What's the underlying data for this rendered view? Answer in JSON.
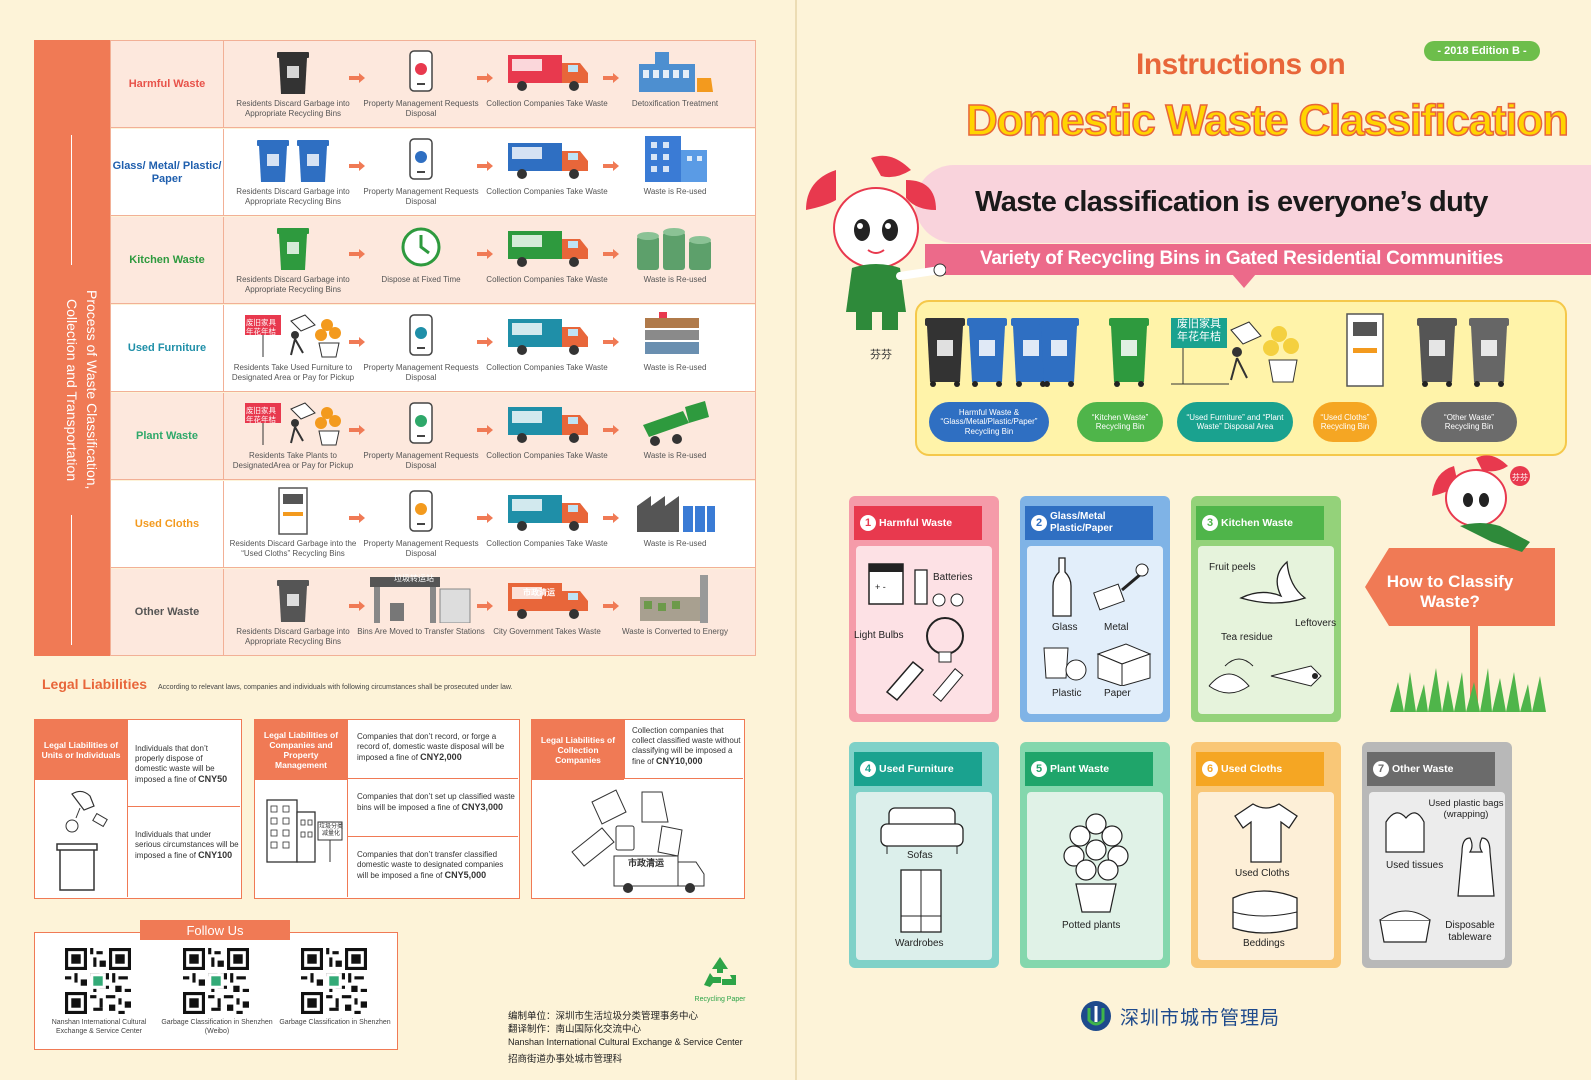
{
  "left": {
    "process_title": "Process of Waste Classification, Collection and Transportation",
    "rows": [
      {
        "category": "Harmful Waste",
        "color": "#e8534a",
        "steps": [
          "Residents Discard Garbage into Appropriate Recycling Bins",
          "Property Management Requests Disposal",
          "Collection Companies Take Waste",
          "Detoxification Treatment"
        ]
      },
      {
        "category": "Glass/ Metal/ Plastic/ Paper",
        "color": "#1f5fae",
        "steps": [
          "Residents Discard Garbage into Appropriate Recycling Bins",
          "Property Management Requests Disposal",
          "Collection Companies Take Waste",
          "Waste is Re-used"
        ]
      },
      {
        "category": "Kitchen Waste",
        "color": "#2e9a3e",
        "steps": [
          "Residents Discard Garbage into Appropriate Recycling Bins",
          "Dispose at Fixed Time",
          "Collection Companies Take Waste",
          "Waste is Re-used"
        ]
      },
      {
        "category": "Used Furniture",
        "color": "#1f8fa8",
        "steps": [
          "Residents Take Used Furniture to Designated Area or Pay for Pickup",
          "Property Management Requests Disposal",
          "Collection Companies Take Waste",
          "Waste is Re-used"
        ]
      },
      {
        "category": "Plant Waste",
        "color": "#2ea86a",
        "steps": [
          "Residents Take Plants to DesignatedArea or Pay for Pickup",
          "Property Management Requests Disposal",
          "Collection Companies Take Waste",
          "Waste is Re-used"
        ]
      },
      {
        "category": "Used Cloths",
        "color": "#f39a1e",
        "steps": [
          "Residents Discard Garbage into the “Used Cloths” Recycling Bins",
          "Property Management Requests Disposal",
          "Collection Companies Take Waste",
          "Waste is Re-used"
        ]
      },
      {
        "category": "Other Waste",
        "color": "#555555",
        "steps": [
          "Residents Discard Garbage into Appropriate Recycling Bins",
          "Bins Are Moved to Transfer Stations",
          "City Government Takes Waste",
          "Waste is Converted to Energy"
        ]
      }
    ],
    "transfer_sign": "垃圾转运站",
    "furniture_sign": "废旧家具\n年花年桔",
    "truck_city": "市政清运",
    "legal": {
      "title": "Legal Liabilities",
      "note": "According to relevant laws, companies and individuals with following circumstances shall be prosecuted under law.",
      "boxes": [
        {
          "head": "Legal Liabilities of Units or Individuals",
          "items": [
            {
              "text": "Individuals that don’t properly dispose of domestic waste will be imposed a fine of",
              "fine": "CNY50"
            },
            {
              "text": "Individuals that under serious circumstances will be imposed a fine of",
              "fine": "CNY100"
            }
          ]
        },
        {
          "head": "Legal Liabilities of Companies and Property Management",
          "items": [
            {
              "text": "Companies that don’t record, or forge a record of, domestic waste disposal will be imposed a fine of",
              "fine": "CNY2,000"
            },
            {
              "text": "Companies that don’t set up classified waste bins will be imposed a fine of",
              "fine": "CNY3,000"
            },
            {
              "text": "Companies that don’t transfer classified domestic waste to designated companies will be imposed a fine of",
              "fine": "CNY5,000"
            }
          ]
        },
        {
          "head": "Legal Liabilities of Collection Companies",
          "items": [
            {
              "text": "Collection companies that collect classified waste without classifying will be imposed a fine of",
              "fine": "CNY10,000"
            }
          ]
        }
      ],
      "sign_label": "垃圾分类\n减量化"
    },
    "follow": {
      "title": "Follow  Us",
      "qrs": [
        {
          "caption": "Nanshan International Cultural Exchange & Service Center"
        },
        {
          "caption": "Garbage Classification in Shenzhen (Weibo)"
        },
        {
          "caption": "Garbage Classification in Shenzhen"
        }
      ]
    },
    "recycling_paper": "Recycling Paper",
    "credits": [
      "编制单位：深圳市生活垃圾分类管理事务中心",
      "翻译制作：南山国际化交流中心",
      "Nanshan International Cultural Exchange & Service Center",
      "招商街道办事处城市管理科"
    ]
  },
  "right": {
    "edition": "- 2018  Edition B -",
    "title_top": "Instructions on",
    "title_main": "Domestic Waste Classification",
    "duty": "Waste classification is everyone’s duty",
    "variety": "Variety of Recycling Bins in Gated Residential Communities",
    "mascot_name": "芬芬",
    "mascot_tag": "芬芬",
    "bin_pills": [
      {
        "label": "Harmful Waste & “Glass/Metal/Plastic/Paper” Recycling Bin",
        "color": "#2f6fc2"
      },
      {
        "label": "“Kitchen Waste” Recycling Bin",
        "color": "#4fb54a"
      },
      {
        "label": "“Used Furniture” and “Plant Waste” Disposal Area",
        "color": "#1aa28f"
      },
      {
        "label": "“Used Cloths” Recycling Bin",
        "color": "#f5a623"
      },
      {
        "label": "“Other Waste” Recycling Bin",
        "color": "#6b6b6b"
      }
    ],
    "cards": [
      {
        "num": "1",
        "title": "Harmful Waste",
        "items": [
          "Batteries",
          "Light Bulbs"
        ]
      },
      {
        "num": "2",
        "title": "Glass/Metal Plastic/Paper",
        "items": [
          "Glass",
          "Metal",
          "Plastic",
          "Paper"
        ]
      },
      {
        "num": "3",
        "title": "Kitchen Waste",
        "items": [
          "Fruit peels",
          "Leftovers",
          "Tea residue"
        ]
      },
      {
        "num": "4",
        "title": "Used Furniture",
        "items": [
          "Sofas",
          "Wardrobes"
        ]
      },
      {
        "num": "5",
        "title": "Plant Waste",
        "items": [
          "Potted plants"
        ]
      },
      {
        "num": "6",
        "title": "Used Cloths",
        "items": [
          "Used Cloths",
          "Beddings"
        ]
      },
      {
        "num": "7",
        "title": "Other Waste",
        "items": [
          "Used plastic bags (wrapping)",
          "Used tissues",
          "Disposable tableware"
        ]
      }
    ],
    "sign": "How to Classify Waste?",
    "bureau": "深圳市城市管理局"
  }
}
